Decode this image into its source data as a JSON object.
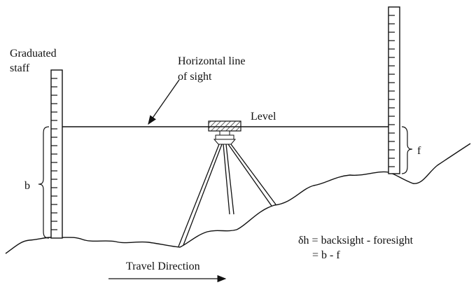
{
  "labels": {
    "staff_line1": "Graduated",
    "staff_line2": "staff",
    "sight_line1": "Horizontal line",
    "sight_line2": "of sight",
    "level": "Level",
    "backsight": "b",
    "foresight": "f",
    "equation_line1": "δh = backsight - foresight",
    "equation_line2": "= b - f",
    "travel": "Travel Direction"
  }
}
